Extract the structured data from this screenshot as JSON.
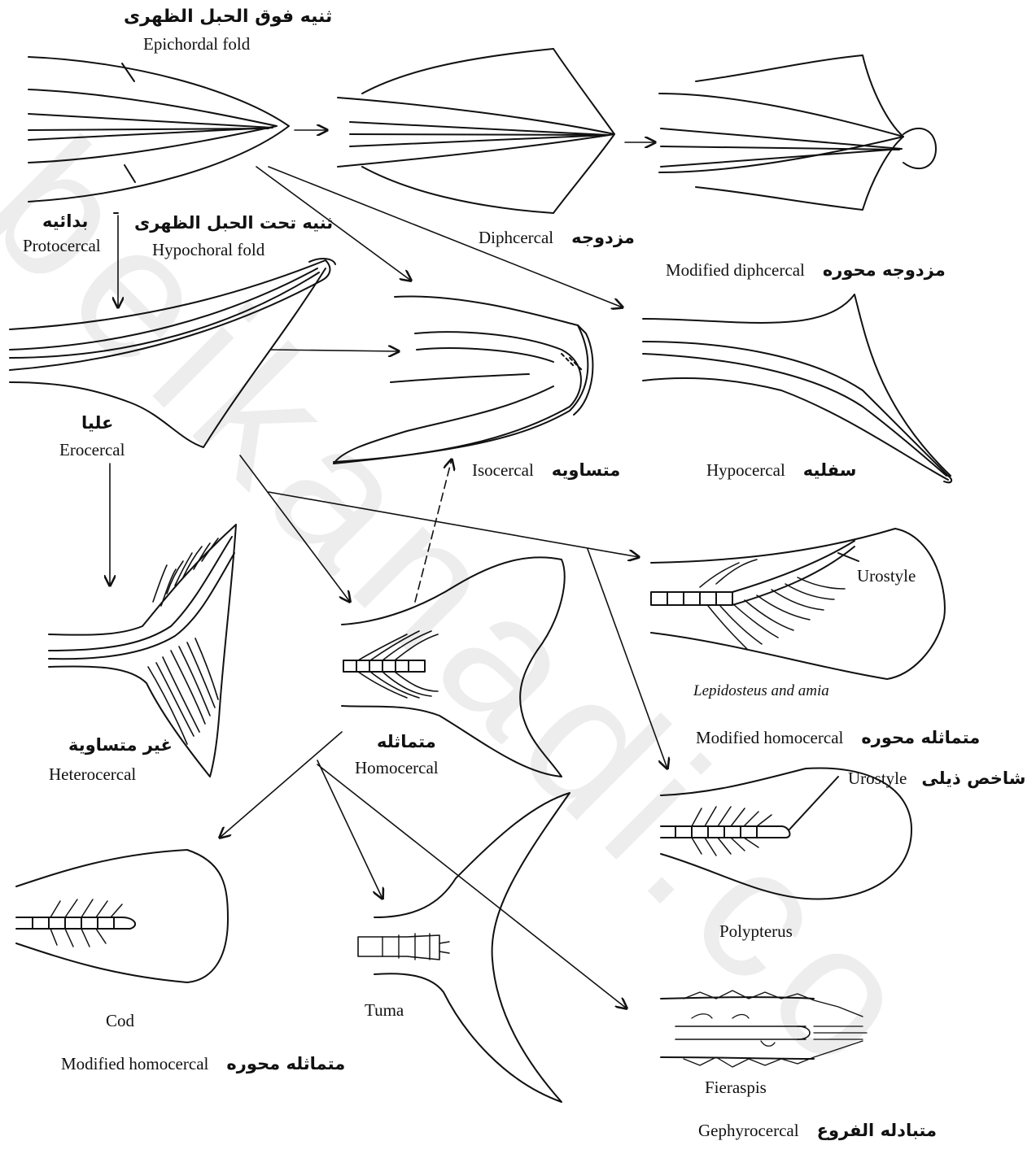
{
  "watermark": "beikanadi.co",
  "labels": {
    "epichordal_ar": "ثنيه فوق الحبل الظهرى",
    "epichordal_en": "Epichordal fold",
    "protocercal_ar": "بدائيه",
    "protocercal_en": "Protocercal",
    "hypochordal_ar": "ثنيه تحت الحبل الظهرى",
    "hypochordal_en": "Hypochoral fold",
    "diphycercal_en": "Diphcercal",
    "diphycercal_ar": "مزدوجه",
    "mod_diphycercal_en": "Modified diphcercal",
    "mod_diphycercal_ar": "مزدوجه محوره",
    "heterocercal_top_ar": "عليا",
    "erocercal_en": "Erocercal",
    "isocercal_en": "Isocercal",
    "isocercal_ar": "متساويه",
    "hypocercal_en": "Hypocercal",
    "hypocercal_ar": "سفليه",
    "urostyle1": "Urostyle",
    "lepidosteus": "Lepidosteus and amia",
    "mod_homocercal1_en": "Modified homocercal",
    "mod_homocercal1_ar": "متماثله محوره",
    "heterocercal_ar": "غير متساوية",
    "heterocercal_en": "Heterocercal",
    "homocercal_ar": "متماثله",
    "homocercal_en": "Homocercal",
    "urostyle2_en": "Urostyle",
    "urostyle2_ar": "شاخص ذيلى",
    "polypterus": "Polypterus",
    "cod": "Cod",
    "tuma": "Tuma",
    "mod_homocercal2_en": "Modified homocercal",
    "mod_homocercal2_ar": "متماثله محوره",
    "fieraspis": "Fieraspis",
    "gephyrocercal_en": "Gephyrocercal",
    "gephyrocercal_ar": "متبادله الفروع"
  }
}
